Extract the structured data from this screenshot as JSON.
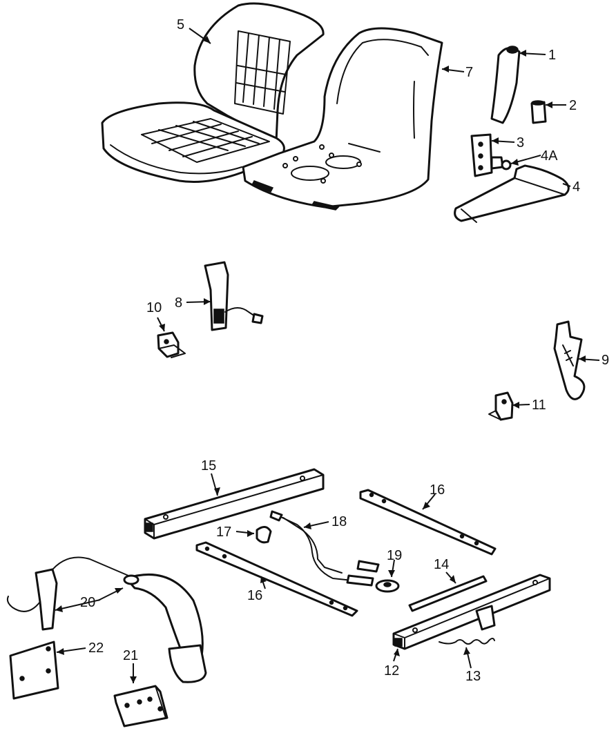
{
  "callouts": {
    "c1": "1",
    "c2": "2",
    "c3": "3",
    "c4": "4",
    "c4a": "4A",
    "c5": "5",
    "c7": "7",
    "c8": "8",
    "c9": "9",
    "c10": "10",
    "c11": "11",
    "c12": "12",
    "c13": "13",
    "c14": "14",
    "c15": "15",
    "c16a": "16",
    "c16b": "16",
    "c17": "17",
    "c18": "18",
    "c19": "19",
    "c20": "20",
    "c21": "21",
    "c22": "22"
  },
  "colors": {
    "line": "#111111",
    "background": "#ffffff"
  }
}
